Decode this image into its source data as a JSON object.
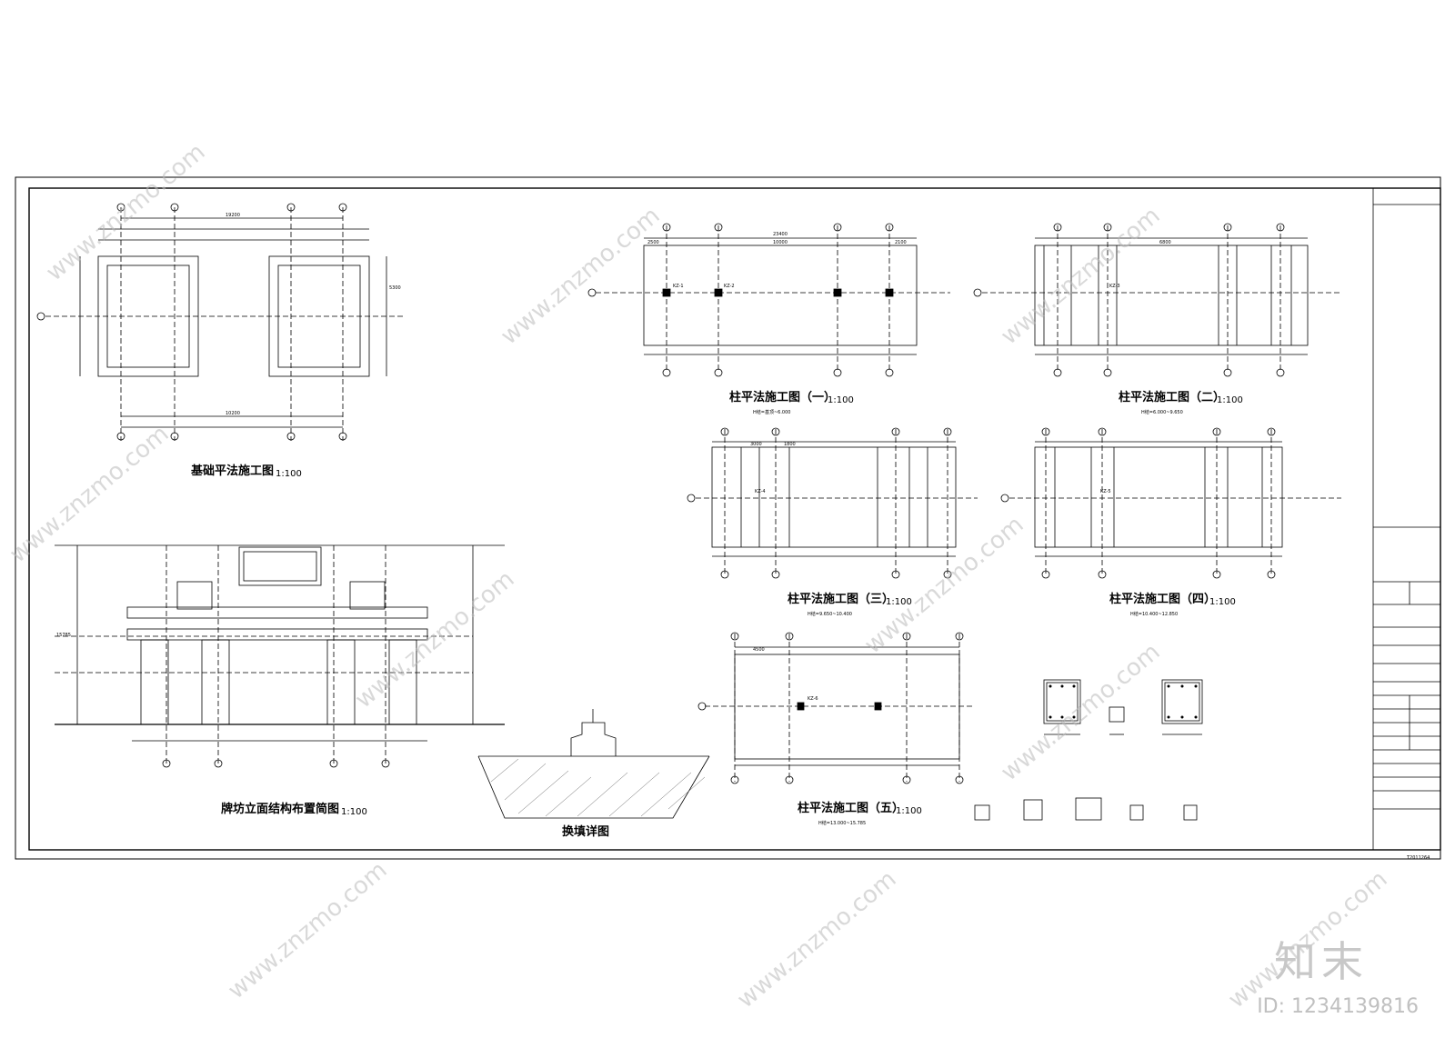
{
  "drawings": {
    "foundation_plan": {
      "title": "基础平法施工图",
      "scale": "1:100"
    },
    "column_plan_1": {
      "title": "柱平法施工图（一）",
      "scale": "1:100",
      "range": "H结=基顶~6.000"
    },
    "column_plan_2": {
      "title": "柱平法施工图（二）",
      "scale": "1:100",
      "range": "H结=6.000~9.650"
    },
    "column_plan_3": {
      "title": "柱平法施工图（三）",
      "scale": "1:100",
      "range": "H结=9.650~10.400"
    },
    "column_plan_4": {
      "title": "柱平法施工图（四）",
      "scale": "1:100",
      "range": "H结=10.400~12.850"
    },
    "column_plan_5": {
      "title": "柱平法施工图（五）",
      "scale": "1:100",
      "range": "H结=13.000~15.785"
    },
    "elevation": {
      "title": "牌坊立面结构布置简图",
      "scale": "1:100"
    },
    "backfill_detail": {
      "title": "换填详图"
    }
  },
  "dims": {
    "total_19200": "19200",
    "bay_4500": "4500",
    "bay_10200": "10200",
    "total_23400": "23400",
    "bay_2500": "2500",
    "bay_10000": "10000",
    "bay_2100": "2100",
    "bay_6800": "6800",
    "bay_3000": "3000",
    "bay_1800": "1800",
    "h_5300": "5300",
    "height_15785": "15785"
  },
  "column_marks": [
    "KZ-1",
    "KZ-2",
    "KZ-3",
    "KZ-4",
    "KZ-5",
    "KZ-6"
  ],
  "title_block": {
    "sheet_code": "T2011264"
  },
  "watermark": {
    "site": "www.znzmo.com",
    "brand": "知末",
    "id": "ID: 1234139816"
  }
}
